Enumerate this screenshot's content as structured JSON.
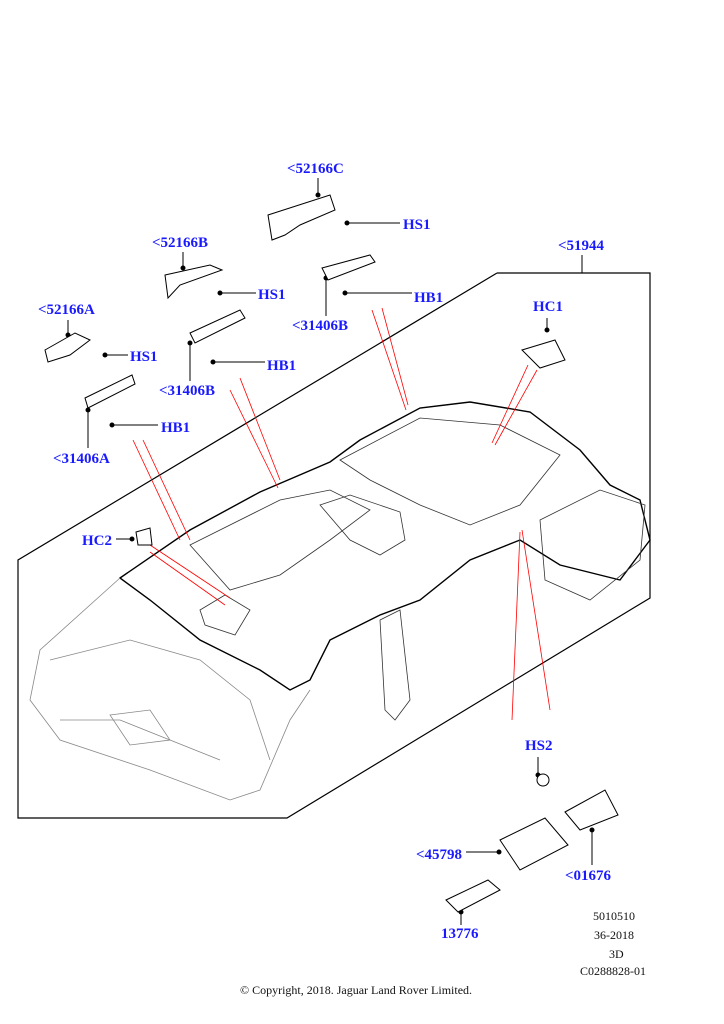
{
  "callouts": {
    "c52166C": "<52166C",
    "hs1_top": "HS1",
    "c52166B": "<52166B",
    "hs1_mid": "HS1",
    "c51944": "<51944",
    "hb1_top": "HB1",
    "c52166A": "<52166A",
    "c31406B_top": "<31406B",
    "hc1": "HC1",
    "hs1_left": "HS1",
    "hb1_mid": "HB1",
    "c31406B_mid": "<31406B",
    "hb1_left": "HB1",
    "c31406A": "<31406A",
    "hc2": "HC2",
    "hs2": "HS2",
    "c45798": "<45798",
    "c01676": "<01676",
    "c13776": "13776"
  },
  "meta": {
    "line1": "5010510",
    "line2": "36-2018",
    "line3": "3D",
    "line4": "C0288828-01"
  },
  "copyright": "© Copyright, 2018. Jaguar Land Rover Limited.",
  "colors": {
    "callout": "#1a1aff",
    "leader": "#ff0000",
    "line": "#000000"
  }
}
